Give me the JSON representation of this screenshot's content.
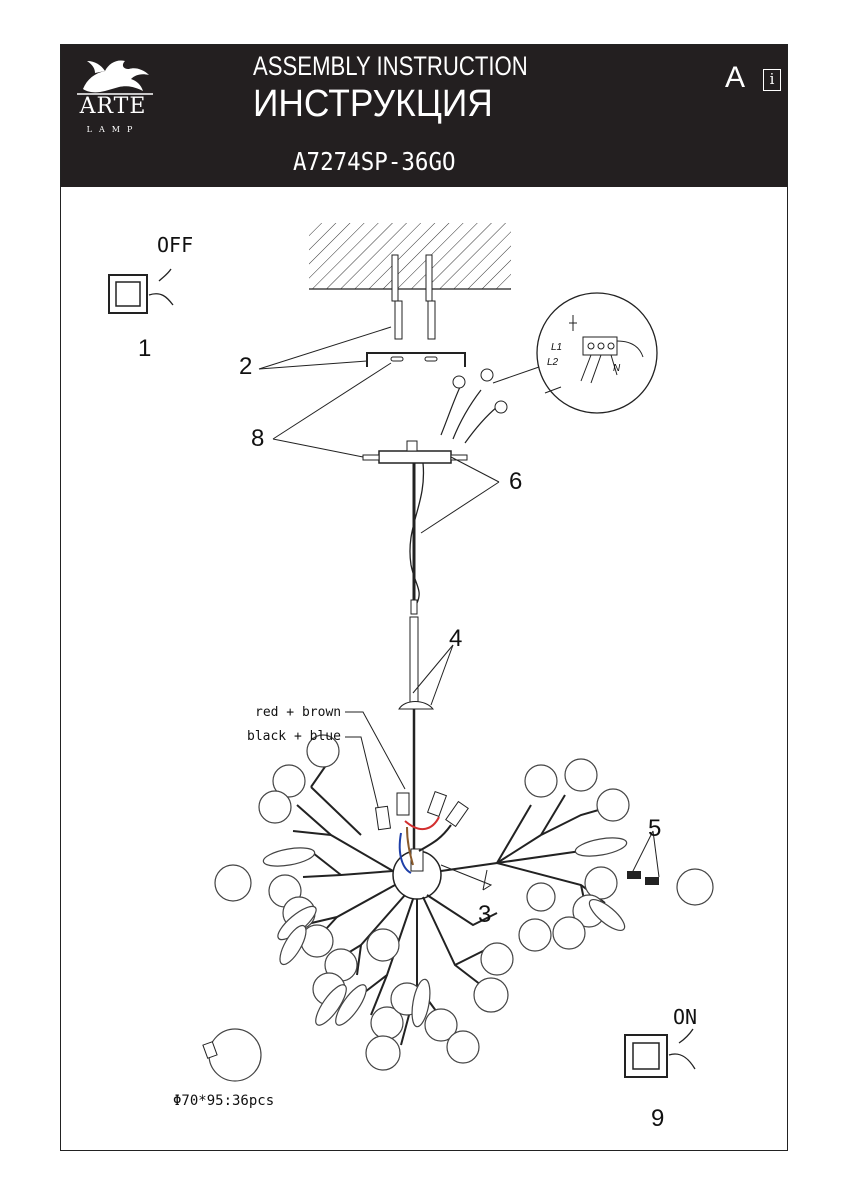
{
  "header": {
    "logo_word": "ARTE",
    "logo_sub": "LAMP",
    "title_en": "ASSEMBLY INSTRUCTION",
    "title_ru": "ИНСТРУКЦИЯ",
    "model": "A7274SP-36GO",
    "lang_label": "A",
    "info_icon": "i"
  },
  "steps": {
    "switch_off": "OFF",
    "switch_on": "ON",
    "n1": "1",
    "n2": "2",
    "n3": "3",
    "n4": "4",
    "n5": "5",
    "n6": "6",
    "n8": "8",
    "n9": "9"
  },
  "wiring": {
    "red_brown": "red + brown",
    "black_blue": "black + blue",
    "l1": "L1",
    "l2": "L2",
    "n": "N"
  },
  "bulb_spec": "Φ70*95:36pcs",
  "colors": {
    "ink": "#231f20",
    "wire_red": "#d32f2f",
    "wire_blue": "#1e3fa8",
    "wire_brown": "#8a5a2b"
  }
}
